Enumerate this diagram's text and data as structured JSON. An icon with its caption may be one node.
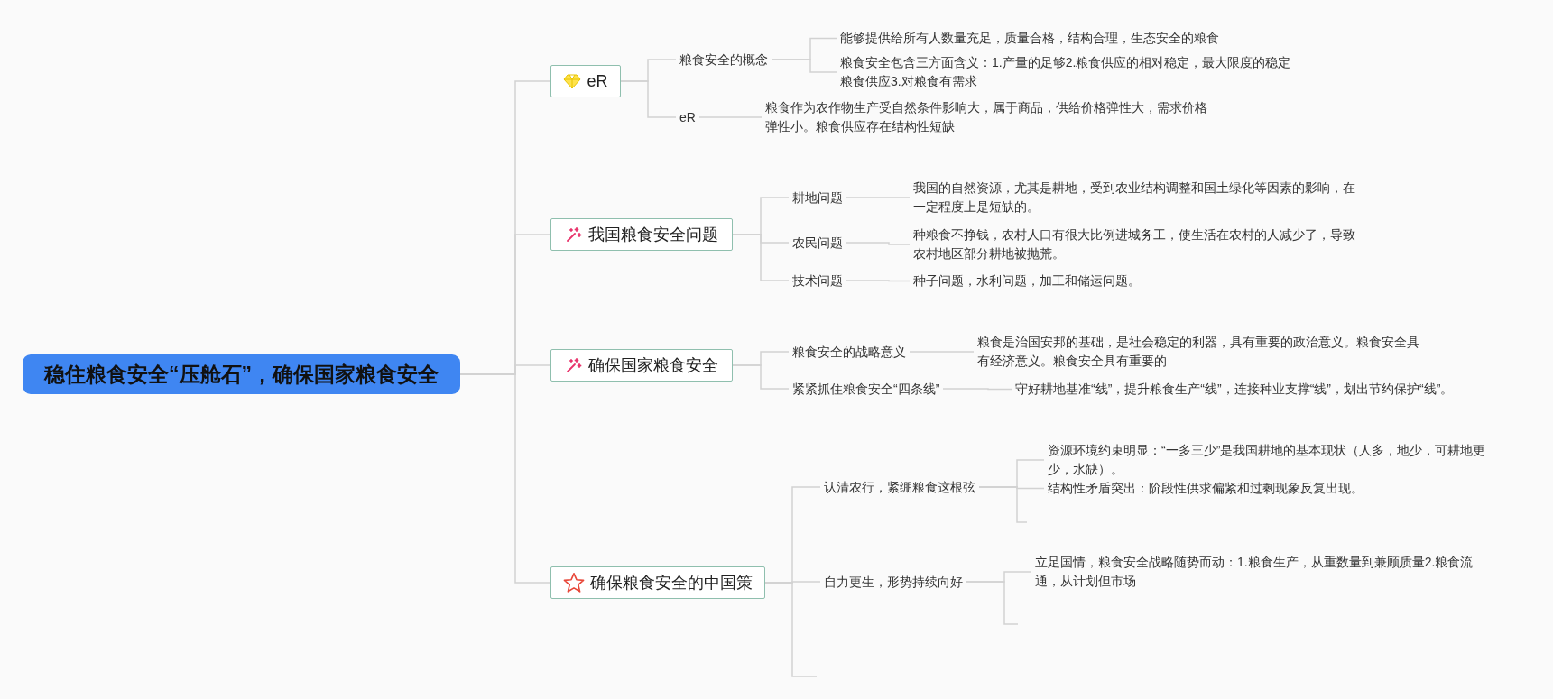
{
  "diagram": {
    "nodes": [
      {
        "text": [
          "稳住粮食安全“压舱石”，确保国家粮食安全"
        ]
      },
      {
        "text": [
          "eR"
        ]
      },
      {
        "text": [
          "粮食安全的概念"
        ]
      },
      {
        "text": [
          "能够提供给所有人数量充足，质量合格，结构合理，生态安全的粮食"
        ]
      },
      {
        "text": [
          "粮食安全包含三方面含义：1.产量的足够2.粮食供应的相对稳定，最大限度的稳定粮食供应3.对粮食有需求"
        ]
      },
      {
        "text": [
          "eR"
        ]
      },
      {
        "text": [
          "粮食作为农作物生产受自然条件影响大，属于商品，供给价格弹性大，需求价格弹性小。粮食供应存在结构性短缺"
        ]
      },
      {
        "text": [
          "我国粮食安全问题"
        ]
      },
      {
        "text": [
          "耕地问题"
        ]
      },
      {
        "text": [
          "我国的自然资源，尤其是耕地，受到农业结构调整和国土绿化等因素的影响，在一定程度上是短缺的。"
        ]
      },
      {
        "text": [
          "农民问题"
        ]
      },
      {
        "text": [
          "种粮食不挣钱，农村人口有很大比例进城务工，使生活在农村的人减少了，导致农村地区部分耕地被抛荒。"
        ]
      },
      {
        "text": [
          "技术问题"
        ]
      },
      {
        "text": [
          "种子问题，水利问题，加工和储运问题。"
        ]
      },
      {
        "text": [
          "确保国家粮食安全"
        ]
      },
      {
        "text": [
          "粮食安全的战略意义"
        ]
      },
      {
        "text": [
          "粮食是治国安邦的基础，是社会稳定的利器，具有重要的政治意义。粮食安全具有经济意义。粮食安全具有重要的"
        ]
      },
      {
        "text": [
          "紧紧抓住粮食安全“四条线”"
        ]
      },
      {
        "text": [
          "守好耕地基准“线”，提升粮食生产“线”，连接种业支撑“线”，划出节约保护“线”。"
        ]
      },
      {
        "text": [
          "确保粮食安全的中国策"
        ]
      },
      {
        "text": [
          "认清农行，紧绷粮食这根弦"
        ]
      },
      {
        "text": [
          "资源环境约束明显：“一多三少”是我国耕地的基本现状（人多，地少，可耕地更少，水缺）。"
        ]
      },
      {
        "text": [
          "结构性矛盾突出：阶段性供求偏紧和过剩现象反复出现。"
        ]
      },
      {
        "text": [
          "自力更生，形势持续向好"
        ]
      },
      {
        "text": [
          "立足国情，粮食安全战略随势而动：1.粮食生产，从重数量到兼顾质量2.粮食流通，从计划但市场"
        ]
      }
    ],
    "edges": [
      {
        "from": 0,
        "to": 1,
        "arrow": "none"
      },
      {
        "from": 0,
        "to": 7,
        "arrow": "none"
      },
      {
        "from": 0,
        "to": 14,
        "arrow": "none"
      },
      {
        "from": 0,
        "to": 19,
        "arrow": "none"
      },
      {
        "from": 1,
        "to": 2,
        "arrow": "none"
      },
      {
        "from": 1,
        "to": 5,
        "arrow": "none"
      },
      {
        "from": 2,
        "to": 3,
        "arrow": "none"
      },
      {
        "from": 2,
        "to": 4,
        "arrow": "none"
      },
      {
        "from": 5,
        "to": 6,
        "arrow": "none"
      },
      {
        "from": 7,
        "to": 8,
        "arrow": "none"
      },
      {
        "from": 7,
        "to": 10,
        "arrow": "none"
      },
      {
        "from": 7,
        "to": 12,
        "arrow": "none"
      },
      {
        "from": 8,
        "to": 9,
        "arrow": "none"
      },
      {
        "from": 10,
        "to": 11,
        "arrow": "none"
      },
      {
        "from": 12,
        "to": 13,
        "arrow": "none"
      },
      {
        "from": 14,
        "to": 15,
        "arrow": "none"
      },
      {
        "from": 14,
        "to": 17,
        "arrow": "none"
      },
      {
        "from": 15,
        "to": 16,
        "arrow": "none"
      },
      {
        "from": 17,
        "to": 18,
        "arrow": "none"
      },
      {
        "from": 19,
        "to": 20,
        "arrow": "none"
      },
      {
        "from": 19,
        "to": 23,
        "arrow": "none"
      },
      {
        "from": 19,
        "to": null,
        "arrow": "none"
      },
      {
        "from": 20,
        "to": 21,
        "arrow": "none"
      },
      {
        "from": 20,
        "to": 22,
        "arrow": "none"
      },
      {
        "from": 20,
        "to": null,
        "arrow": "none"
      },
      {
        "from": 23,
        "to": 24,
        "arrow": "none"
      },
      {
        "from": 23,
        "to": null,
        "arrow": "none"
      }
    ]
  }
}
